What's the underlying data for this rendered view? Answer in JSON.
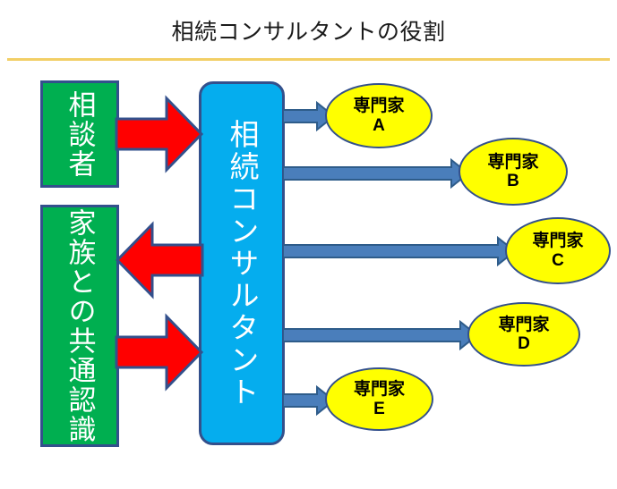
{
  "slide": {
    "title": "相続コンサルタントの役割",
    "accent_rule_color": "#f2cf66",
    "background": "#ffffff"
  },
  "colors": {
    "green_box": "#00af50",
    "cyan_box": "#05adee",
    "yellow_ellipse": "#ffff00",
    "shape_outline": "#33508c",
    "red_arrow": "#ff0000",
    "blue_arrow": "#4a7ebb",
    "box_text": "#ffffff",
    "ellipse_text": "#000000"
  },
  "inputs": [
    {
      "id": "soudansha",
      "label": "相談者",
      "orientation": "vertical",
      "fill": "#00af50"
    },
    {
      "id": "kazoku",
      "label": "家族との共通認識",
      "orientation": "vertical",
      "fill": "#00af50"
    }
  ],
  "hub": {
    "id": "consultant",
    "label": "相続コンサルタント",
    "orientation": "vertical",
    "fill": "#05adee"
  },
  "red_arrows": [
    {
      "id": "red-arrow-1",
      "direction": "right",
      "from": "相談者",
      "to": "相続コンサルタント"
    },
    {
      "id": "red-arrow-2",
      "direction": "left",
      "from": "相続コンサルタント",
      "to": "家族との共通認識"
    },
    {
      "id": "red-arrow-3",
      "direction": "right",
      "from": "家族との共通認識",
      "to": "相続コンサルタント"
    }
  ],
  "specialists": [
    {
      "id": "a",
      "line1": "専門家",
      "line2": "A"
    },
    {
      "id": "b",
      "line1": "専門家",
      "line2": "B"
    },
    {
      "id": "c",
      "line1": "専門家",
      "line2": "C"
    },
    {
      "id": "d",
      "line1": "専門家",
      "line2": "D"
    },
    {
      "id": "e",
      "line1": "専門家",
      "line2": "E"
    }
  ],
  "blue_arrows": [
    {
      "id": "blue-arrow-a",
      "direction": "right",
      "from": "相続コンサルタント",
      "to": "専門家A"
    },
    {
      "id": "blue-arrow-b",
      "direction": "right",
      "from": "相続コンサルタント",
      "to": "専門家B"
    },
    {
      "id": "blue-arrow-c",
      "direction": "right",
      "from": "相続コンサルタント",
      "to": "専門家C"
    },
    {
      "id": "blue-arrow-d",
      "direction": "right",
      "from": "相続コンサルタント",
      "to": "専門家D"
    },
    {
      "id": "blue-arrow-e",
      "direction": "right",
      "from": "相続コンサルタント",
      "to": "専門家E"
    }
  ]
}
